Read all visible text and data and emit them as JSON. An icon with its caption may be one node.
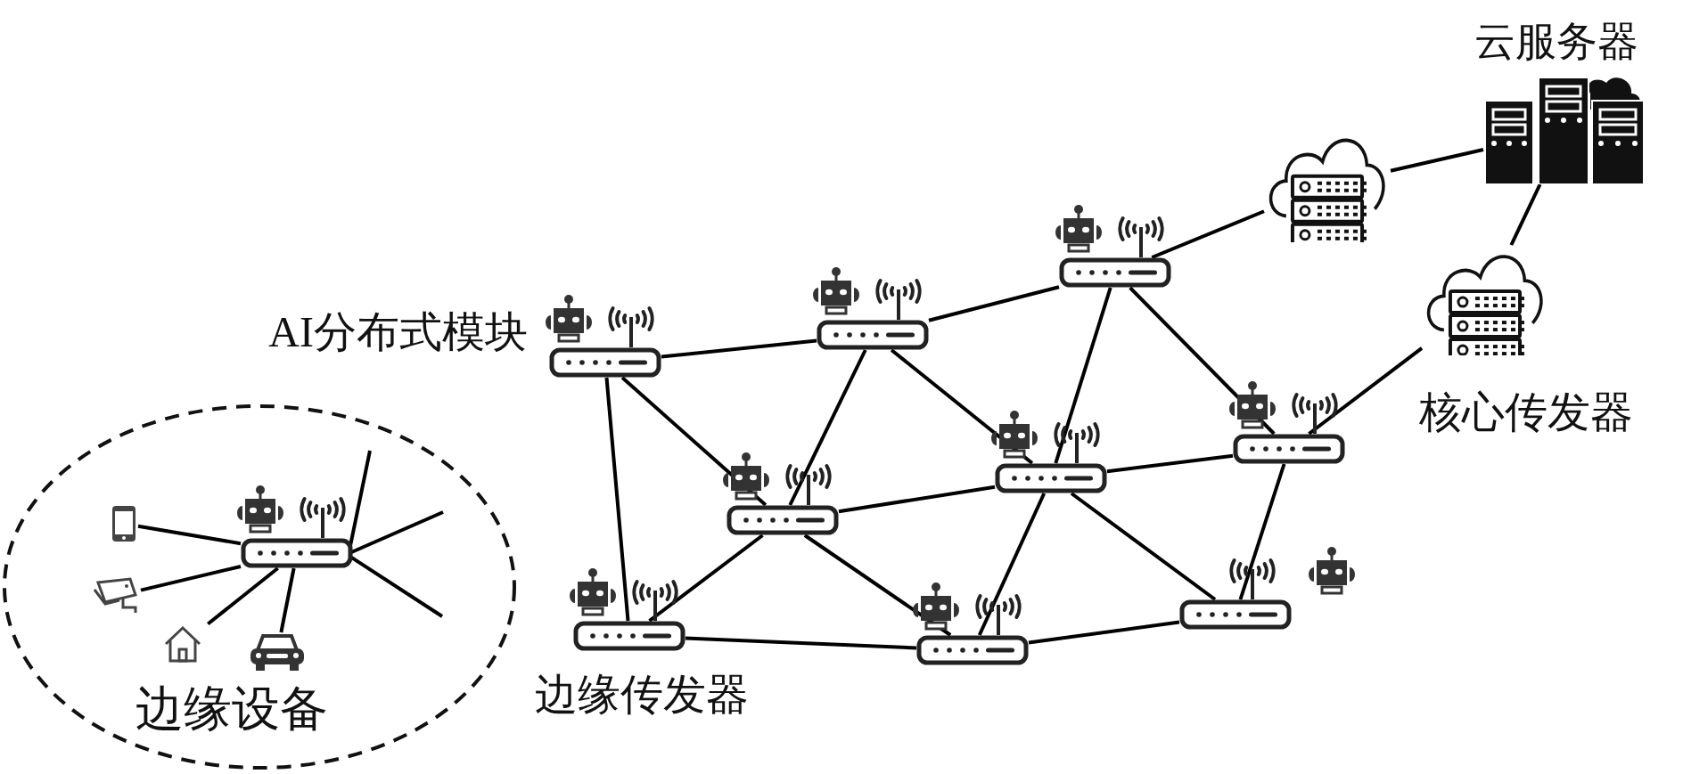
{
  "diagram": {
    "nodes": [
      {
        "text": [
          "边缘设备"
        ]
      },
      {
        "text": [],
        "shape": "picture",
        "in": 0
      },
      {
        "text": [],
        "shape": "picture",
        "in": 0
      },
      {
        "text": [],
        "shape": "picture",
        "in": 0
      },
      {
        "text": [],
        "shape": "picture",
        "in": 0
      },
      {
        "text": [],
        "shape": "picture",
        "in": 0
      },
      {
        "text": [],
        "shape": "picture"
      },
      {
        "text": [],
        "shape": "picture"
      },
      {
        "text": [],
        "shape": "picture"
      },
      {
        "text": [],
        "shape": "picture"
      },
      {
        "text": [],
        "shape": "picture"
      },
      {
        "text": [],
        "shape": "picture"
      },
      {
        "text": [],
        "shape": "picture"
      },
      {
        "text": [],
        "shape": "picture"
      },
      {
        "text": [],
        "shape": "picture"
      },
      {
        "text": [],
        "shape": "picture"
      },
      {
        "text": [],
        "shape": "picture"
      },
      {
        "text": [
          "云服务器"
        ]
      }
    ],
    "edges": [
      {
        "from": 2,
        "to": 1,
        "arrow": "none"
      },
      {
        "from": 3,
        "to": 1,
        "arrow": "none"
      },
      {
        "from": 4,
        "to": 1,
        "arrow": "none"
      },
      {
        "from": 5,
        "to": 1,
        "arrow": "none"
      },
      {
        "from": 1,
        "to": null,
        "arrow": "none"
      },
      {
        "from": 1,
        "to": null,
        "arrow": "none"
      },
      {
        "from": 1,
        "to": null,
        "arrow": "none"
      },
      {
        "from": 6,
        "to": 7,
        "arrow": "none"
      },
      {
        "from": 6,
        "to": 9,
        "arrow": "none"
      },
      {
        "from": 6,
        "to": 12,
        "arrow": "none"
      },
      {
        "from": 7,
        "to": 9,
        "arrow": "none"
      },
      {
        "from": 7,
        "to": 8,
        "arrow": "none"
      },
      {
        "from": 7,
        "to": 10,
        "arrow": "none"
      },
      {
        "from": 8,
        "to": 10,
        "arrow": "none"
      },
      {
        "from": 8,
        "to": 11,
        "arrow": "none"
      },
      {
        "from": 8,
        "to": 15,
        "arrow": "none"
      },
      {
        "from": 15,
        "to": 17,
        "arrow": "none"
      },
      {
        "from": 17,
        "to": 16,
        "arrow": "none"
      },
      {
        "from": 16,
        "to": 11,
        "arrow": "none"
      },
      {
        "from": 9,
        "to": 10,
        "arrow": "none"
      },
      {
        "from": 9,
        "to": 12,
        "arrow": "none"
      },
      {
        "from": 9,
        "to": 13,
        "arrow": "none"
      },
      {
        "from": 10,
        "to": 11,
        "arrow": "none"
      },
      {
        "from": 10,
        "to": 13,
        "arrow": "none"
      },
      {
        "from": 10,
        "to": 14,
        "arrow": "none"
      },
      {
        "from": 11,
        "to": 14,
        "arrow": "none"
      },
      {
        "from": 12,
        "to": 13,
        "arrow": "none"
      },
      {
        "from": 13,
        "to": 14,
        "arrow": "none"
      }
    ],
    "labels": [
      "AI分布式模块",
      "核心传发器",
      "边缘传发器"
    ]
  }
}
